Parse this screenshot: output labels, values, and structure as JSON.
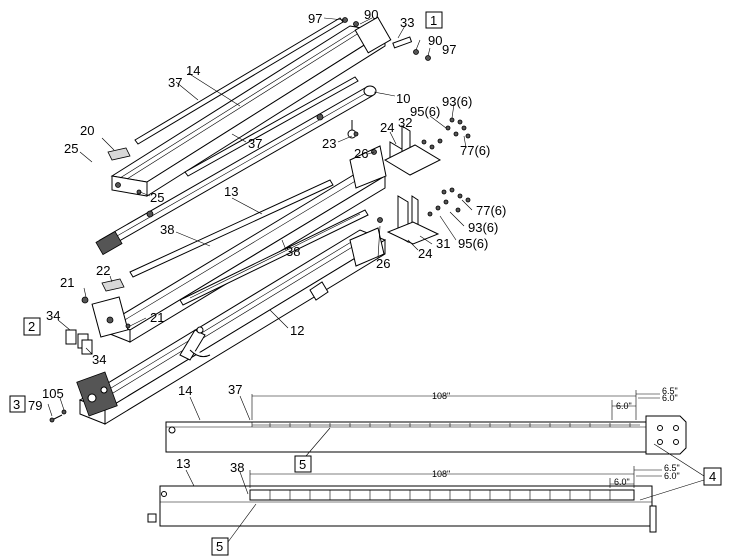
{
  "callouts": {
    "c97a": "97",
    "c90a": "90",
    "c33": "33",
    "c1": "1",
    "c90b": "90",
    "c97b": "97",
    "c14": "14",
    "c37a": "37",
    "c10": "10",
    "c95a": "95(6)",
    "c93a": "93(6)",
    "c20": "20",
    "c37b": "37",
    "c24a": "24",
    "c32": "32",
    "c23": "23",
    "c77a": "77(6)",
    "c25a": "25",
    "c26a": "26",
    "c25b": "25",
    "c13": "13",
    "c38a": "38",
    "c38b": "38",
    "c77b": "77(6)",
    "c93b": "93(6)",
    "c31": "31",
    "c24b": "24",
    "c95b": "95(6)",
    "c26b": "26",
    "c22": "22",
    "c21a": "21",
    "c21b": "21",
    "c2": "2",
    "c34a": "34",
    "c34b": "34",
    "c12": "12",
    "c3": "3",
    "c79": "79",
    "c105": "105",
    "d14": "14",
    "d37": "37",
    "d13": "13",
    "d38": "38",
    "d5a": "5",
    "d5b": "5",
    "d4": "4"
  },
  "dimensions": {
    "upper_length": "108\"",
    "upper_small": "6.0\"",
    "upper_end_a": "6.5\"",
    "upper_end_b": "6.0\"",
    "lower_length": "108\"",
    "lower_small": "6.0\"",
    "lower_end_a": "6.5\"",
    "lower_end_b": "6.0\""
  }
}
